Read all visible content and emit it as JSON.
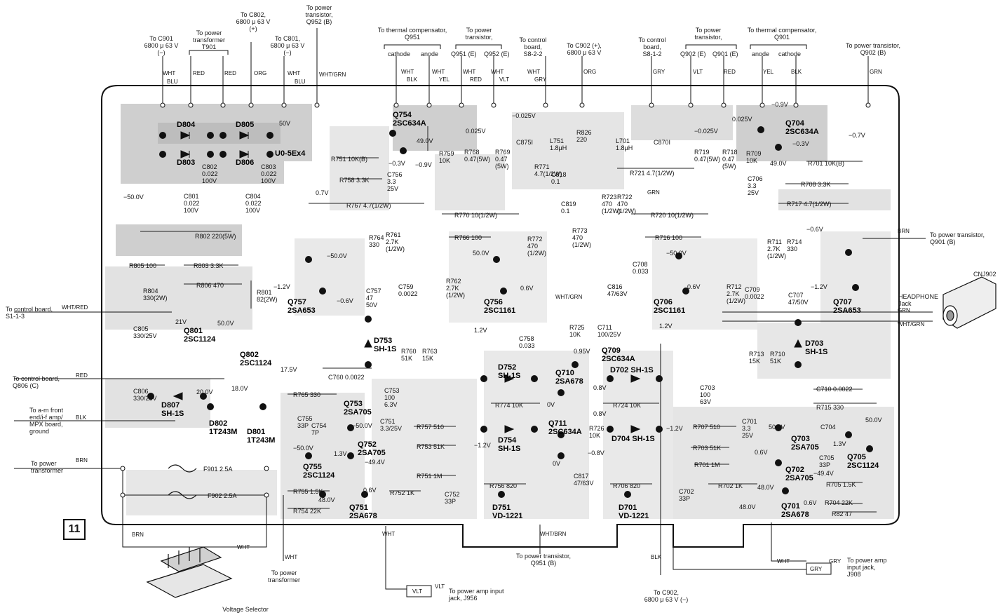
{
  "figure_number": "11",
  "connections": [
    {
      "id": "c901",
      "text": "To C901\n6800 μ 63 V\n(−)"
    },
    {
      "id": "t901",
      "text": "To power\ntransformer\nT901"
    },
    {
      "id": "c802",
      "text": "To C802,\n6800 μ 63 V\n(+)"
    },
    {
      "id": "c801",
      "text": "To C801,\n6800 μ 63 V\n(−)"
    },
    {
      "id": "q952b",
      "text": "To power\ntransistor,\nQ952 (B)"
    },
    {
      "id": "q951th",
      "text": "To thermal compensator,\nQ951"
    },
    {
      "id": "q951e",
      "text": "To power\ntransistor,"
    },
    {
      "id": "s822",
      "text": "To control\nboard,\nS8-2-2"
    },
    {
      "id": "c902p",
      "text": "To C902 (+),\n6800 μ 63 V"
    },
    {
      "id": "s812",
      "text": "To control\nboard,\nS8-1-2"
    },
    {
      "id": "q902e",
      "text": "To power\ntransistor,"
    },
    {
      "id": "q901th",
      "text": "To thermal compensator,\nQ901"
    },
    {
      "id": "q902b",
      "text": "To power transistor,\nQ902 (B)"
    },
    {
      "id": "q901b",
      "text": "To power transistor,\nQ901 (B)"
    },
    {
      "id": "s113",
      "text": "To control board,\nS1-1-3"
    },
    {
      "id": "q806c",
      "text": "To control board,\nQ806 (C)"
    },
    {
      "id": "amfront",
      "text": "To a-m front\nend/i-f amp/\nMPX board,\nground"
    },
    {
      "id": "ptrans_l",
      "text": "To power\ntransformer"
    },
    {
      "id": "ptrans_b",
      "text": "To power\ntransformer"
    },
    {
      "id": "j956",
      "text": "To power amp input\njack, J956"
    },
    {
      "id": "q951b",
      "text": "To power transistor,\nQ951 (B)"
    },
    {
      "id": "c902m",
      "text": "To C902,\n6800 μ 63 V (−)"
    },
    {
      "id": "j908",
      "text": "To power amp\ninput jack,\nJ908"
    },
    {
      "id": "vsel",
      "text": "Voltage Selector"
    },
    {
      "id": "headphone",
      "text": "HEADPHONE\nJack"
    },
    {
      "id": "cnj902",
      "text": "CNJ902"
    }
  ],
  "sub_labels": [
    {
      "id": "cath1",
      "text": "cathode"
    },
    {
      "id": "anode1",
      "text": "anode"
    },
    {
      "id": "q951e2",
      "text": "Q951 (E)"
    },
    {
      "id": "q952e",
      "text": "Q952 (E)"
    },
    {
      "id": "q902e2",
      "text": "Q902 (E)"
    },
    {
      "id": "q901e",
      "text": "Q901 (E)"
    },
    {
      "id": "anode2",
      "text": "anode"
    },
    {
      "id": "cath2",
      "text": "cathode"
    }
  ],
  "wires": [
    {
      "id": "w1",
      "text": "WHT"
    },
    {
      "id": "w2",
      "text": "BLU"
    },
    {
      "id": "w3",
      "text": "RED"
    },
    {
      "id": "w4",
      "text": "RED"
    },
    {
      "id": "w5",
      "text": "ORG"
    },
    {
      "id": "w6",
      "text": "WHT"
    },
    {
      "id": "w7",
      "text": "BLU"
    },
    {
      "id": "w8",
      "text": "WHT/GRN"
    },
    {
      "id": "w9",
      "text": "WHT"
    },
    {
      "id": "w10",
      "text": "BLK"
    },
    {
      "id": "w11",
      "text": "WHT"
    },
    {
      "id": "w12",
      "text": "YEL"
    },
    {
      "id": "w13",
      "text": "WHT"
    },
    {
      "id": "w14",
      "text": "RED"
    },
    {
      "id": "w15",
      "text": "WHT"
    },
    {
      "id": "w16",
      "text": "VLT"
    },
    {
      "id": "w17",
      "text": "WHT"
    },
    {
      "id": "w18",
      "text": "GRY"
    },
    {
      "id": "w19",
      "text": "ORG"
    },
    {
      "id": "w20",
      "text": "GRY"
    },
    {
      "id": "w21",
      "text": "VLT"
    },
    {
      "id": "w22",
      "text": "RED"
    },
    {
      "id": "w23",
      "text": "YEL"
    },
    {
      "id": "w24",
      "text": "BLK"
    },
    {
      "id": "w25",
      "text": "GRN"
    },
    {
      "id": "w26",
      "text": "BRN"
    },
    {
      "id": "w27",
      "text": "GRN"
    },
    {
      "id": "w28",
      "text": "WHT/GRN"
    },
    {
      "id": "w29",
      "text": "WHT/RED"
    },
    {
      "id": "w30",
      "text": "RED"
    },
    {
      "id": "w31",
      "text": "BLK"
    },
    {
      "id": "w32",
      "text": "BRN"
    },
    {
      "id": "w33",
      "text": "BRN"
    },
    {
      "id": "w34",
      "text": "WHT"
    },
    {
      "id": "w35",
      "text": "WHT"
    },
    {
      "id": "w36",
      "text": "WHT"
    },
    {
      "id": "w37",
      "text": "WHT/BRN"
    },
    {
      "id": "w38",
      "text": "BLK"
    },
    {
      "id": "w39",
      "text": "WHT"
    },
    {
      "id": "w40",
      "text": "GRY"
    },
    {
      "id": "w41",
      "text": "GRY"
    },
    {
      "id": "w42",
      "text": "VLT"
    },
    {
      "id": "w43",
      "text": "VLT"
    },
    {
      "id": "w44",
      "text": "WHT/GRN"
    },
    {
      "id": "w45",
      "text": "GRN"
    }
  ],
  "semiconductors": [
    {
      "id": "d804",
      "text": "D804"
    },
    {
      "id": "d805",
      "text": "D805"
    },
    {
      "id": "d803",
      "text": "D803"
    },
    {
      "id": "d806",
      "text": "D806"
    },
    {
      "id": "uo5",
      "text": "U0-5Ex4"
    },
    {
      "id": "q754",
      "text": "Q754\n2SC634A"
    },
    {
      "id": "q704",
      "text": "Q704\n2SC634A"
    },
    {
      "id": "q757",
      "text": "Q757\n2SA653"
    },
    {
      "id": "q756",
      "text": "Q756\n2SC1161"
    },
    {
      "id": "q706",
      "text": "Q706\n2SC1161"
    },
    {
      "id": "q707",
      "text": "Q707\n2SA653"
    },
    {
      "id": "q801",
      "text": "Q801\n2SC1124"
    },
    {
      "id": "q802",
      "text": "Q802\n2SC1124"
    },
    {
      "id": "d753",
      "text": "D753\nSH-1S"
    },
    {
      "id": "d703",
      "text": "D703\nSH-1S"
    },
    {
      "id": "d752",
      "text": "D752\nSH-1S"
    },
    {
      "id": "q709",
      "text": "Q709\n2SC634A"
    },
    {
      "id": "q710",
      "text": "Q710\n2SA678"
    },
    {
      "id": "d702",
      "text": "D702   SH-1S"
    },
    {
      "id": "d807",
      "text": "D807\nSH-1S"
    },
    {
      "id": "d802",
      "text": "D802\n1T243M"
    },
    {
      "id": "d801",
      "text": "D801\n1T243M"
    },
    {
      "id": "q753",
      "text": "Q753\n2SA705"
    },
    {
      "id": "q752",
      "text": "Q752\n2SA705"
    },
    {
      "id": "q755",
      "text": "Q755\n2SC1124"
    },
    {
      "id": "q751",
      "text": "Q751\n2SA678"
    },
    {
      "id": "d754",
      "text": "D754\nSH-1S"
    },
    {
      "id": "q711",
      "text": "Q711\n2SC634A"
    },
    {
      "id": "d704",
      "text": "D704   SH-1S"
    },
    {
      "id": "d751",
      "text": "D751\nVD-1221"
    },
    {
      "id": "d701",
      "text": "D701\nVD-1221"
    },
    {
      "id": "q703",
      "text": "Q703\n2SA705"
    },
    {
      "id": "q705",
      "text": "Q705\n2SC1124"
    },
    {
      "id": "q702",
      "text": "Q702\n2SA705"
    },
    {
      "id": "q701",
      "text": "Q701\n2SA678"
    }
  ],
  "parts": [
    {
      "id": "c802v",
      "text": "C802\n0.022\n100V"
    },
    {
      "id": "c803v",
      "text": "C803\n0.022\n100V"
    },
    {
      "id": "c801v",
      "text": "C801\n0.022\n100V"
    },
    {
      "id": "c804v",
      "text": "C804\n0.022\n100V"
    },
    {
      "id": "r751",
      "text": "R751   10K(B)"
    },
    {
      "id": "r758",
      "text": "R758   3.3K"
    },
    {
      "id": "r767",
      "text": "R767  4.7(1/2W)"
    },
    {
      "id": "c756",
      "text": "C756\n3.3\n25V"
    },
    {
      "id": "r759",
      "text": "R759\n10K"
    },
    {
      "id": "r768",
      "text": "R768\n0.47(5W)"
    },
    {
      "id": "r769",
      "text": "R769\n0.47\n(5W)"
    },
    {
      "id": "c875",
      "text": "C875I"
    },
    {
      "id": "l751",
      "text": "L751\n1.8μH"
    },
    {
      "id": "r771",
      "text": "R771\n4.7(1/2W)"
    },
    {
      "id": "c818",
      "text": "C818\n0.1"
    },
    {
      "id": "r826",
      "text": "R826\n220"
    },
    {
      "id": "l701",
      "text": "L701\n1.8μH"
    },
    {
      "id": "c870",
      "text": "C870I"
    },
    {
      "id": "r719",
      "text": "R719\n0.47(5W)"
    },
    {
      "id": "r718",
      "text": "R718\n0.47\n(5W)"
    },
    {
      "id": "r709",
      "text": "R709\n10K"
    },
    {
      "id": "r701",
      "text": "R701   10K(B)"
    },
    {
      "id": "r721",
      "text": "R721   4.7(1/2W)"
    },
    {
      "id": "c706",
      "text": "C706\n3.3\n25V"
    },
    {
      "id": "r708",
      "text": "R708   3.3K"
    },
    {
      "id": "r717",
      "text": "R717   4.7(1/2W)"
    },
    {
      "id": "c819",
      "text": "C819\n0.1"
    },
    {
      "id": "r723",
      "text": "R723\n470\n(1/2W)"
    },
    {
      "id": "r722",
      "text": "R722\n470\n(1/2W)"
    },
    {
      "id": "r770",
      "text": "R770   10(1/2W)"
    },
    {
      "id": "r720",
      "text": "R720   10(1/2W)"
    },
    {
      "id": "r802",
      "text": "R802   220(5W)"
    },
    {
      "id": "r764",
      "text": "R764\n330"
    },
    {
      "id": "r761",
      "text": "R761\n2.7K\n(1/2W)"
    },
    {
      "id": "r766",
      "text": "R766   100"
    },
    {
      "id": "r772",
      "text": "R772\n470\n(1/2W)"
    },
    {
      "id": "r773",
      "text": "R773\n470\n(1/2W)"
    },
    {
      "id": "r716",
      "text": "R716   100"
    },
    {
      "id": "r711",
      "text": "R711\n2.7K\n(1/2W)"
    },
    {
      "id": "r714",
      "text": "R714\n330"
    },
    {
      "id": "r805",
      "text": "R805   100"
    },
    {
      "id": "r803",
      "text": "R803   3.3K"
    },
    {
      "id": "r806",
      "text": "R806   470"
    },
    {
      "id": "r804",
      "text": "R804\n330(2W)"
    },
    {
      "id": "r801",
      "text": "R801\n82(2W)"
    },
    {
      "id": "c708",
      "text": "C708\n0.033"
    },
    {
      "id": "c757",
      "text": "C757\n47\n50V"
    },
    {
      "id": "c759",
      "text": "C759\n0.0022"
    },
    {
      "id": "r762",
      "text": "R762\n2.7K\n(1/2W)"
    },
    {
      "id": "c816",
      "text": "C816\n47/63V"
    },
    {
      "id": "r712",
      "text": "R712\n2.7K\n(1/2W)"
    },
    {
      "id": "c709",
      "text": "C709\n0.0022"
    },
    {
      "id": "c707",
      "text": "C707\n47/50V"
    },
    {
      "id": "c805",
      "text": "C805\n330/25V"
    },
    {
      "id": "c758",
      "text": "C758\n0.033"
    },
    {
      "id": "r725",
      "text": "R725\n10K"
    },
    {
      "id": "c711",
      "text": "C711\n100/25V"
    },
    {
      "id": "r760",
      "text": "R760\n51K"
    },
    {
      "id": "r763",
      "text": "R763\n15K"
    },
    {
      "id": "r713",
      "text": "R713\n15K"
    },
    {
      "id": "r710",
      "text": "R710\n51K"
    },
    {
      "id": "c760",
      "text": "C760   0.0022"
    },
    {
      "id": "c806",
      "text": "C806\n330/25V"
    },
    {
      "id": "r765",
      "text": "R765   330"
    },
    {
      "id": "c753",
      "text": "C753\n100\n6.3V"
    },
    {
      "id": "c703",
      "text": "C703\n100\n63V"
    },
    {
      "id": "c710",
      "text": "C710   0.0022"
    },
    {
      "id": "r715",
      "text": "R715   330"
    },
    {
      "id": "r774",
      "text": "R774   10K"
    },
    {
      "id": "r724",
      "text": "R724   10K"
    },
    {
      "id": "c755",
      "text": "C755\n33P"
    },
    {
      "id": "c754",
      "text": "C754\n7P"
    },
    {
      "id": "c751",
      "text": "C751\n3.3/25V"
    },
    {
      "id": "r757",
      "text": "R757   510"
    },
    {
      "id": "r753",
      "text": "R753   51K"
    },
    {
      "id": "r726",
      "text": "R726\n10K"
    },
    {
      "id": "r707",
      "text": "R707   510"
    },
    {
      "id": "c701",
      "text": "C701\n3.3\n25V"
    },
    {
      "id": "c704",
      "text": "C704"
    },
    {
      "id": "r703",
      "text": "R703   51K"
    },
    {
      "id": "c705",
      "text": "C705\n33P"
    },
    {
      "id": "r751b",
      "text": "R751   1M"
    },
    {
      "id": "c817",
      "text": "C817\n47/63V"
    },
    {
      "id": "r701b",
      "text": "R701   1M"
    },
    {
      "id": "f901",
      "text": "F901   2.5A"
    },
    {
      "id": "f902",
      "text": "F902   2.5A"
    },
    {
      "id": "r755",
      "text": "R755   1.5K"
    },
    {
      "id": "r756",
      "text": "R756   820"
    },
    {
      "id": "r706",
      "text": "R706   820"
    },
    {
      "id": "r702",
      "text": "R702   1K"
    },
    {
      "id": "r705",
      "text": "R705   1.5K"
    },
    {
      "id": "r752",
      "text": "R752   1K"
    },
    {
      "id": "c752",
      "text": "C752\n33P"
    },
    {
      "id": "c702",
      "text": "C702\n33P"
    },
    {
      "id": "r754",
      "text": "R754   22K"
    },
    {
      "id": "r704",
      "text": "R704   22K"
    },
    {
      "id": "r82",
      "text": "R82   47"
    }
  ],
  "voltages": [
    {
      "id": "v50",
      "text": "50V"
    },
    {
      "id": "v_neg50",
      "text": "−50.0V"
    },
    {
      "id": "v07",
      "text": "0.7V"
    },
    {
      "id": "v0025a",
      "text": "−0.025V"
    },
    {
      "id": "v0025b",
      "text": "0.025V"
    },
    {
      "id": "v0025c",
      "text": "−0.025V"
    },
    {
      "id": "v0025d",
      "text": "0.025V"
    },
    {
      "id": "v09a",
      "text": "−0.9V"
    },
    {
      "id": "v03a",
      "text": "−0.3V"
    },
    {
      "id": "v490a",
      "text": "49.0V"
    },
    {
      "id": "v09b",
      "text": "−0.9V"
    },
    {
      "id": "v03b",
      "text": "−0.3V"
    },
    {
      "id": "v490b",
      "text": "49.0V"
    },
    {
      "id": "v07b",
      "text": "−0.7V"
    },
    {
      "id": "v06a",
      "text": "−0.6V"
    },
    {
      "id": "v500a",
      "text": "−50.0V"
    },
    {
      "id": "v500b",
      "text": "50.0V"
    },
    {
      "id": "v500c",
      "text": "−50.0V"
    },
    {
      "id": "v12a",
      "text": "−1.2V"
    },
    {
      "id": "v06b",
      "text": "−0.6V"
    },
    {
      "id": "v06c",
      "text": "0.6V"
    },
    {
      "id": "v06d",
      "text": "0.6V"
    },
    {
      "id": "v12b",
      "text": "1.2V"
    },
    {
      "id": "v12c",
      "text": "−1.2V"
    },
    {
      "id": "v21",
      "text": "21V"
    },
    {
      "id": "v500d",
      "text": "50.0V"
    },
    {
      "id": "v175",
      "text": "17.5V"
    },
    {
      "id": "v180",
      "text": "18.0V"
    },
    {
      "id": "v200",
      "text": "20.0V"
    },
    {
      "id": "v12d",
      "text": "1.2V"
    },
    {
      "id": "v095",
      "text": "0.95V"
    },
    {
      "id": "v08a",
      "text": "0.8V"
    },
    {
      "id": "v0a",
      "text": "0V"
    },
    {
      "id": "v08b",
      "text": "0.8V"
    },
    {
      "id": "v12e",
      "text": "−1.2V"
    },
    {
      "id": "v12f",
      "text": "−1.2V"
    },
    {
      "id": "v500e",
      "text": "−50.0V"
    },
    {
      "id": "v500f",
      "text": "−50.0V"
    },
    {
      "id": "v13a",
      "text": "1.3V"
    },
    {
      "id": "v494a",
      "text": "−49.4V"
    },
    {
      "id": "v06e",
      "text": "0.6V"
    },
    {
      "id": "v480a",
      "text": "48.0V"
    },
    {
      "id": "v08c",
      "text": "−0.8V"
    },
    {
      "id": "v0b",
      "text": "0V"
    },
    {
      "id": "v500g",
      "text": "50.0V"
    },
    {
      "id": "v13b",
      "text": "1.3V"
    },
    {
      "id": "v06f",
      "text": "0.6V"
    },
    {
      "id": "v494b",
      "text": "−49.4V"
    },
    {
      "id": "v480b",
      "text": "48.0V"
    },
    {
      "id": "v06g",
      "text": "0.6V"
    },
    {
      "id": "v480c",
      "text": "48.0V"
    },
    {
      "id": "v500h",
      "text": "50.0V"
    }
  ]
}
